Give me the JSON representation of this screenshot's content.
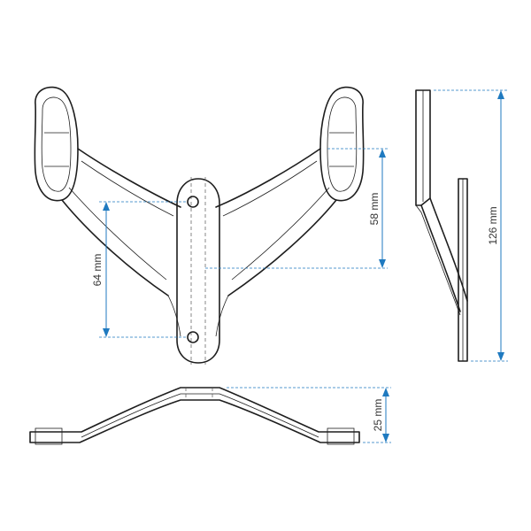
{
  "colors": {
    "outline": "#1e1e1e",
    "dimension": "#1f7ac0",
    "dimension_text": "#333333",
    "background": "#ffffff"
  },
  "dimensions": {
    "hole_spacing": "64 mm",
    "arm_drop": "58 mm",
    "total_height": "126 mm",
    "profile_height": "25 mm"
  }
}
